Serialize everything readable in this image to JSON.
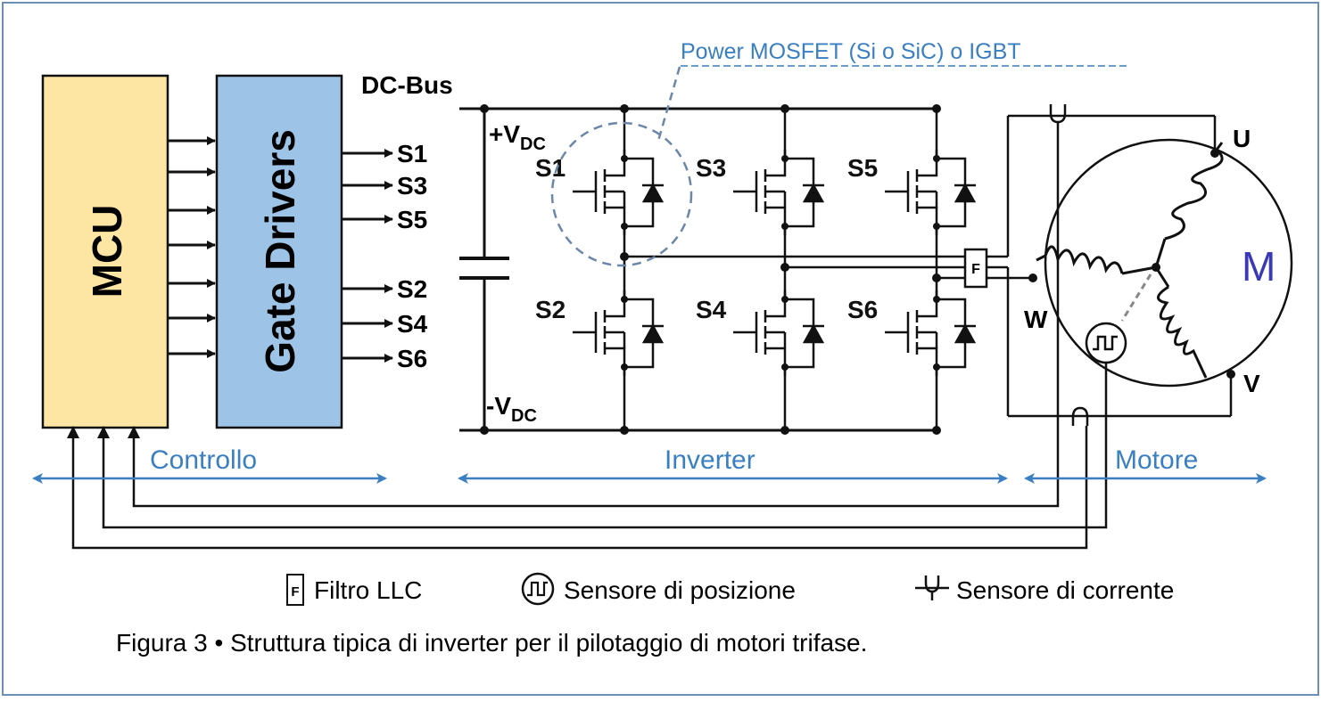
{
  "colors": {
    "mcu_fill": "#fde5a3",
    "gate_fill": "#9dc3e6",
    "wire": "#111111",
    "blue_text": "#3a7fc1",
    "arrow_blue": "#3a7fc1",
    "dashed": "#6b86a8",
    "motor_label": "#3a3ab8",
    "frame": "#6b8fb5"
  },
  "blocks": {
    "mcu": "MCU",
    "gate_drivers": "Gate Drivers"
  },
  "bus": {
    "title": "DC-Bus",
    "plus": "+V",
    "plus_sub": "DC",
    "minus": "-V",
    "minus_sub": "DC"
  },
  "driver_outputs": [
    "S1",
    "S3",
    "S5",
    "S2",
    "S4",
    "S6"
  ],
  "switches": {
    "s1": "S1",
    "s3": "S3",
    "s5": "S5",
    "s2": "S2",
    "s4": "S4",
    "s6": "S6"
  },
  "callout": "Power MOSFET (Si o SiC) o IGBT",
  "filter_box": "F",
  "motor": {
    "label": "M",
    "phase_u": "U",
    "phase_v": "V",
    "phase_w": "W"
  },
  "sections": {
    "control": "Controllo",
    "inverter": "Inverter",
    "motor": "Motore"
  },
  "legend": {
    "filter_icon": "F",
    "filter": "Filtro LLC",
    "position": "Sensore di posizione",
    "current": "Sensore di corrente"
  },
  "caption": "Figura 3 • Struttura tipica di inverter per il pilotaggio di motori trifase."
}
